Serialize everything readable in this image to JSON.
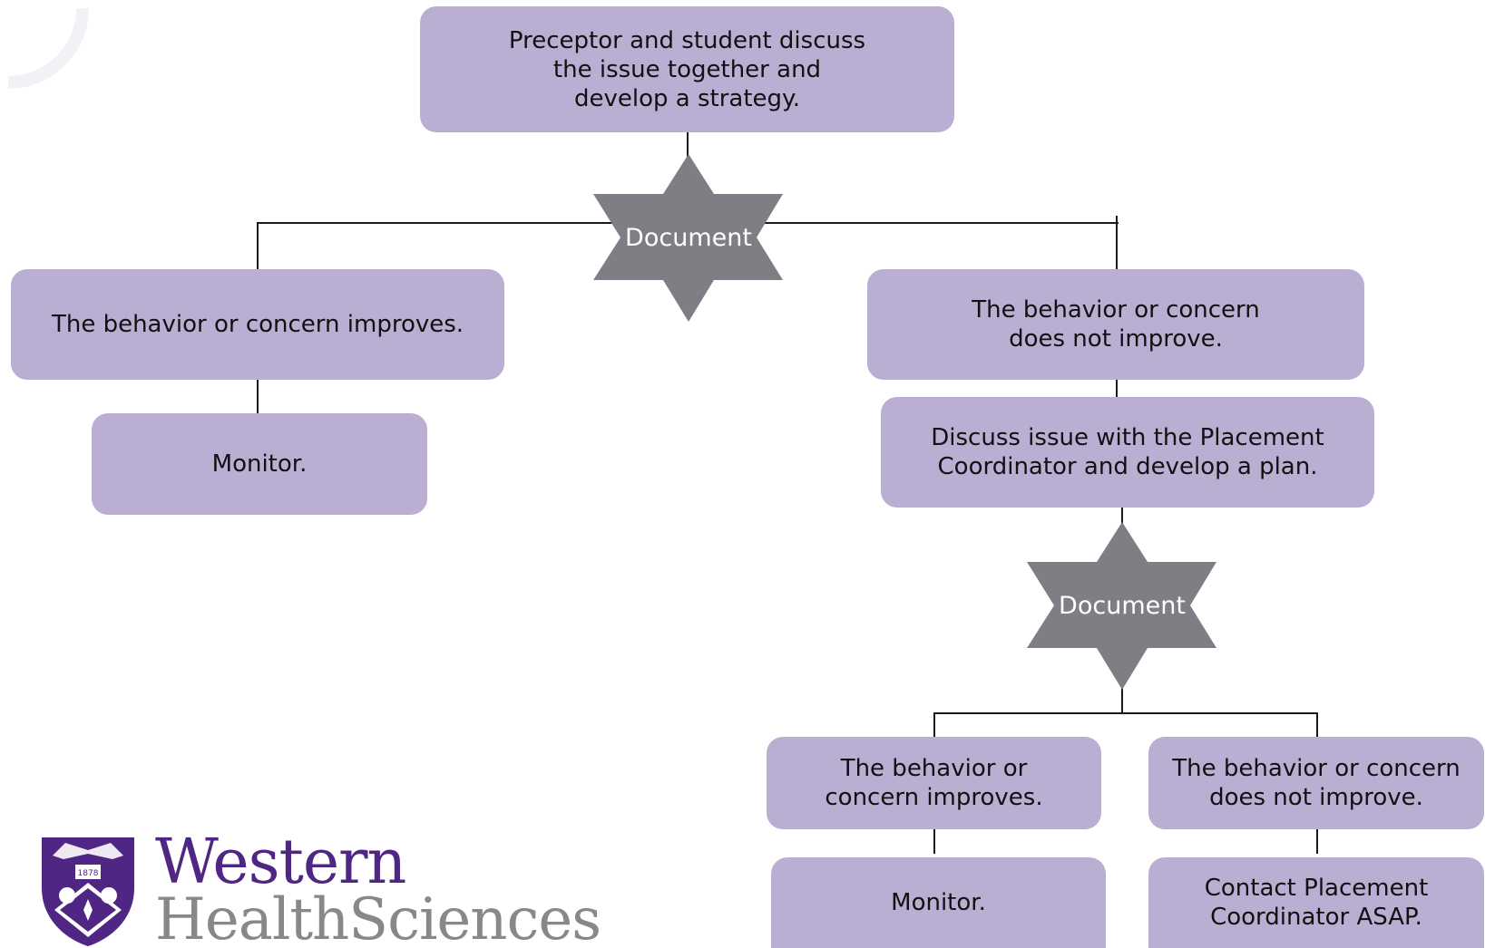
{
  "colors": {
    "box": "#bbaed3",
    "star": "#7f7e84",
    "brand_purple": "#4f2683",
    "brand_grey": "#888888"
  },
  "flowchart": {
    "start": "Preceptor and student discuss\nthe issue together and\ndevelop a strategy.",
    "document_1": "Document",
    "left_branch": {
      "outcome": "The behavior or concern improves.",
      "action": "Monitor."
    },
    "right_branch": {
      "outcome": "The behavior or concern\ndoes not improve.",
      "action": "Discuss issue with the Placement\nCoordinator and develop a plan."
    },
    "document_2": "Document",
    "bottom_left": {
      "outcome": "The behavior or\nconcern improves.",
      "action": "Monitor."
    },
    "bottom_right": {
      "outcome": "The behavior or concern\ndoes not improve.",
      "action": "Contact Placement\nCoordinator ASAP."
    }
  },
  "logo": {
    "line1": "Western",
    "line2": "HealthSciences",
    "crest_year": "1878",
    "icon": "university-crest-icon"
  }
}
